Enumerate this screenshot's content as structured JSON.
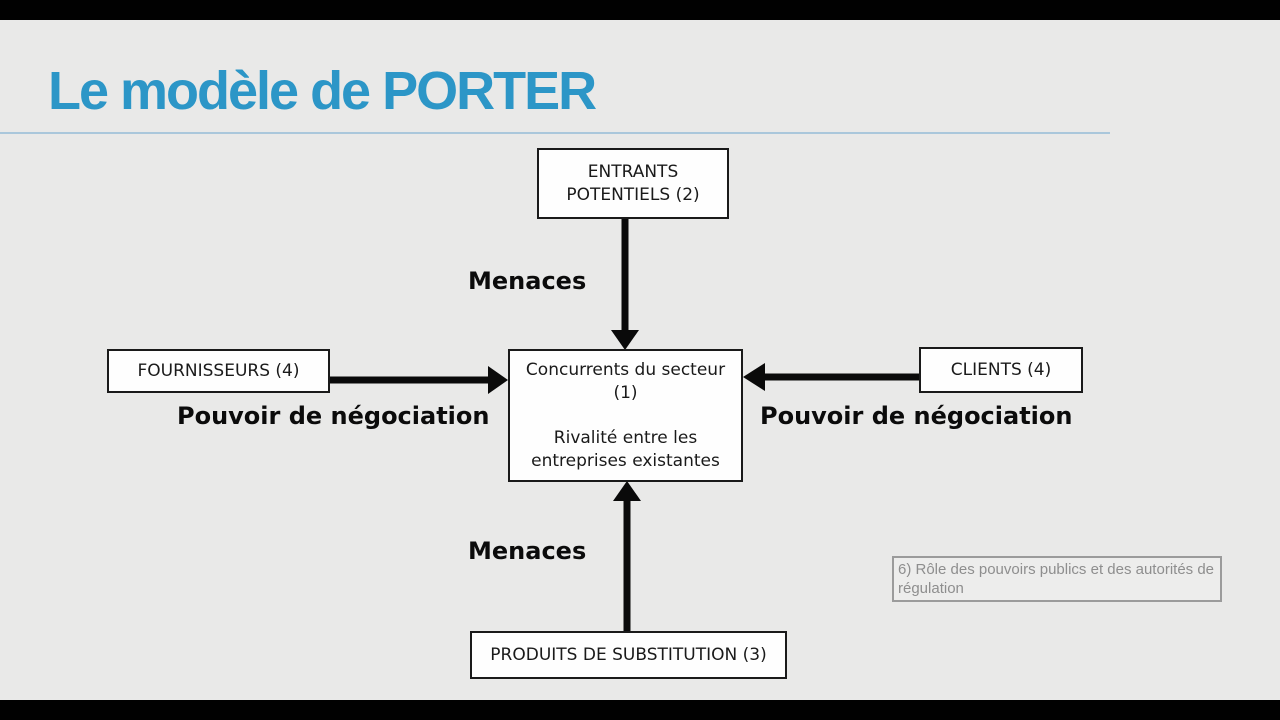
{
  "window": {
    "letterbox_color": "#010101"
  },
  "slide": {
    "title": "Le modèle de PORTER",
    "colors": {
      "background": "#E9E9E8",
      "title_text": "#2C96C7",
      "title_divider": "#AAC7DB",
      "box_fill": "#FEFEFE",
      "box_border": "#1A1A1A",
      "arrow": "#0A0A0A",
      "note_border": "#9B9B9B",
      "note_text": "#8E8E8E"
    }
  },
  "diagram": {
    "boxes": {
      "entrants": {
        "label": "ENTRANTS POTENTIELS (2)"
      },
      "fournisseurs": {
        "label": "FOURNISSEURS (4)"
      },
      "clients": {
        "label": "CLIENTS (4)"
      },
      "concurrents": {
        "line1": "Concurrents du secteur (1)",
        "line2": "Rivalité entre les entreprises existantes"
      },
      "substitution": {
        "label": "PRODUITS DE SUBSTITUTION (3)"
      }
    },
    "arrow_labels": {
      "menaces_top": "Menaces",
      "menaces_bottom": "Menaces",
      "pouvoir_gauche": "Pouvoir de négociation",
      "pouvoir_droite": "Pouvoir de négociation"
    },
    "arrows": [
      {
        "name": "threat-arrow-top",
        "from": "entrants",
        "to": "concurrents",
        "direction": "down"
      },
      {
        "name": "threat-arrow-bottom",
        "from": "substitution",
        "to": "concurrents",
        "direction": "up"
      },
      {
        "name": "bargaining-arrow-left",
        "from": "fournisseurs",
        "to": "concurrents",
        "direction": "right"
      },
      {
        "name": "bargaining-arrow-right",
        "from": "clients",
        "to": "concurrents",
        "direction": "left"
      }
    ],
    "note": "6) Rôle des pouvoirs publics et des autorités de régulation"
  }
}
